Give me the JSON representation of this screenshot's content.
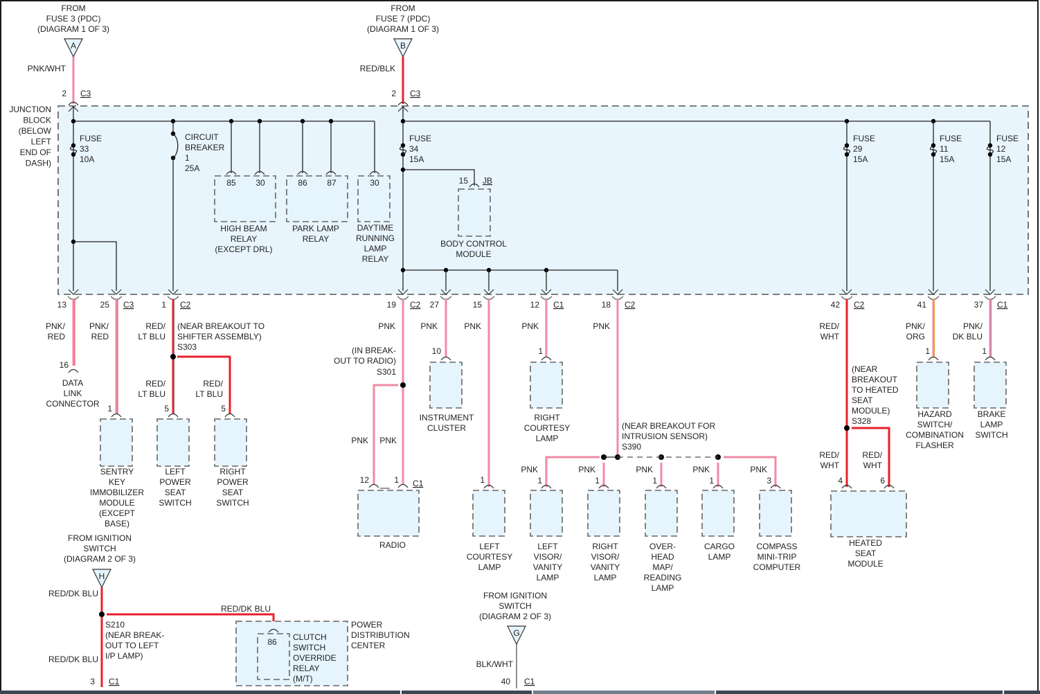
{
  "colors": {
    "box_fill": "#e6f4fd",
    "wire_pnk": "#f08aa5",
    "wire_red": "#e8202a",
    "wire_blk": "#555555",
    "outline": "#666666"
  },
  "junction_block": {
    "label": [
      "JUNCTION",
      "BLOCK",
      "(BELOW",
      "LEFT",
      "END OF",
      "DASH)"
    ]
  },
  "sources": [
    {
      "id": "A",
      "label": [
        "FROM",
        "FUSE 3 (PDC)",
        "(DIAGRAM 1 OF 3)"
      ],
      "wire": "PNK/WHT",
      "pin": "2",
      "conn": "C3"
    },
    {
      "id": "B",
      "label": [
        "FROM",
        "FUSE 7 (PDC)",
        "(DIAGRAM 1 OF 3)"
      ],
      "wire": "RED/BLK",
      "pin": "2",
      "conn": "C3"
    },
    {
      "id": "H",
      "label": [
        "FROM IGNITION",
        "SWITCH",
        "(DIAGRAM 2 OF 3)"
      ],
      "wire": "RED/DK BLU"
    },
    {
      "id": "G",
      "label": [
        "FROM IGNITION",
        "SWITCH",
        "(DIAGRAM 2 OF 3)"
      ],
      "wire": "BLK/WHT",
      "pin": "40",
      "conn": "C1"
    }
  ],
  "fuses": [
    {
      "label": [
        "FUSE",
        "33",
        "10A"
      ]
    },
    {
      "label": [
        "CIRCUIT",
        "BREAKER",
        "1",
        "25A"
      ]
    },
    {
      "label": [
        "FUSE",
        "34",
        "15A"
      ]
    },
    {
      "label": [
        "FUSE",
        "29",
        "15A"
      ]
    },
    {
      "label": [
        "FUSE",
        "11",
        "15A"
      ]
    },
    {
      "label": [
        "FUSE",
        "12",
        "15A"
      ]
    }
  ],
  "relays": [
    {
      "name": [
        "HIGH BEAM",
        "RELAY",
        "(EXCEPT DRL)"
      ],
      "pins": [
        "85",
        "30"
      ]
    },
    {
      "name": [
        "PARK LAMP",
        "RELAY"
      ],
      "pins": [
        "86",
        "87"
      ]
    },
    {
      "name": [
        "DAYTIME",
        "RUNNING",
        "LAMP",
        "RELAY"
      ],
      "pins": [
        "30"
      ]
    }
  ],
  "bcm": {
    "name": [
      "BODY CONTROL",
      "MODULE"
    ],
    "pin": "15",
    "conn": "JB"
  },
  "jb_outputs": [
    {
      "pin": "13",
      "conn": "",
      "wire": [
        "PNK/",
        "RED"
      ]
    },
    {
      "pin": "25",
      "conn": "C3",
      "wire": [
        "PNK/",
        "RED"
      ]
    },
    {
      "pin": "1",
      "conn": "C2",
      "wire": [
        "RED/",
        "LT BLU"
      ]
    },
    {
      "pin": "19",
      "conn": "C2",
      "wire": [
        "PNK"
      ]
    },
    {
      "pin": "27",
      "conn": "",
      "wire": [
        "PNK"
      ]
    },
    {
      "pin": "15",
      "conn": "",
      "wire": [
        "PNK"
      ]
    },
    {
      "pin": "12",
      "conn": "C1",
      "wire": [
        "PNK"
      ]
    },
    {
      "pin": "18",
      "conn": "C2",
      "wire": [
        "PNK"
      ]
    },
    {
      "pin": "42",
      "conn": "C2",
      "wire": [
        "RED/",
        "WHT"
      ]
    },
    {
      "pin": "41",
      "conn": "",
      "wire": [
        "PNK/",
        "ORG"
      ]
    },
    {
      "pin": "37",
      "conn": "C1",
      "wire": [
        "PNK/",
        "DK BLU"
      ]
    }
  ],
  "splices": [
    {
      "id": "S303",
      "note": [
        "(NEAR BREAKOUT TO",
        "SHIFTER ASSEMBLY)",
        "S303"
      ]
    },
    {
      "id": "S301",
      "note": [
        "(IN BREAK-",
        "OUT TO RADIO)",
        "S301"
      ]
    },
    {
      "id": "S390",
      "note": [
        "(NEAR BREAKOUT FOR",
        "INTRUSION SENSOR)",
        "S390"
      ]
    },
    {
      "id": "S328",
      "note": [
        "(NEAR",
        "BREAKOUT",
        "TO HEATED",
        "SEAT",
        "MODULE)",
        "S328"
      ]
    },
    {
      "id": "S210",
      "note": [
        "S210",
        "(NEAR BREAK-",
        "OUT TO LEFT",
        "I/P LAMP)"
      ]
    }
  ],
  "components": [
    {
      "key": "dlc",
      "name": [
        "DATA",
        "LINK",
        "CONNECTOR"
      ],
      "pin": "16"
    },
    {
      "key": "skim",
      "name": [
        "SENTRY",
        "KEY",
        "IMMOBILIZER",
        "MODULE",
        "(EXCEPT",
        "BASE)"
      ],
      "pin": "1"
    },
    {
      "key": "lpss",
      "name": [
        "LEFT",
        "POWER",
        "SEAT",
        "SWITCH"
      ],
      "pin": "5",
      "wire": [
        "RED/",
        "LT BLU"
      ]
    },
    {
      "key": "rpss",
      "name": [
        "RIGHT",
        "POWER",
        "SEAT",
        "SWITCH"
      ],
      "pin": "5",
      "wire": [
        "RED/",
        "LT BLU"
      ]
    },
    {
      "key": "radio",
      "name": [
        "RADIO"
      ],
      "pins": [
        "12",
        "1"
      ],
      "conn": "C1",
      "wires": [
        "PNK",
        "PNK"
      ]
    },
    {
      "key": "ic",
      "name": [
        "INSTRUMENT",
        "CLUSTER"
      ],
      "pin": "10"
    },
    {
      "key": "lcl",
      "name": [
        "LEFT",
        "COURTESY",
        "LAMP"
      ],
      "pin": "1"
    },
    {
      "key": "rcl",
      "name": [
        "RIGHT",
        "COURTESY",
        "LAMP"
      ],
      "pin": "1"
    },
    {
      "key": "lvv",
      "name": [
        "LEFT",
        "VISOR/",
        "VANITY",
        "LAMP"
      ],
      "pin": "1",
      "wire": "PNK"
    },
    {
      "key": "rvv",
      "name": [
        "RIGHT",
        "VISOR/",
        "VANITY",
        "LAMP"
      ],
      "pin": "1",
      "wire": "PNK"
    },
    {
      "key": "ohm",
      "name": [
        "OVER-",
        "HEAD",
        "MAP/",
        "READING",
        "LAMP"
      ],
      "pin": "1",
      "wire": "PNK"
    },
    {
      "key": "cargo",
      "name": [
        "CARGO",
        "LAMP"
      ],
      "pin": "1",
      "wire": "PNK"
    },
    {
      "key": "cmtc",
      "name": [
        "COMPASS",
        "MINI-TRIP",
        "COMPUTER"
      ],
      "pin": "3",
      "wire": "PNK"
    },
    {
      "key": "hsm",
      "name": [
        "HEATED",
        "SEAT",
        "MODULE"
      ],
      "pins": [
        "4",
        "6"
      ],
      "wires": [
        [
          "RED/",
          "WHT"
        ],
        [
          "RED/",
          "WHT"
        ]
      ]
    },
    {
      "key": "hazard",
      "name": [
        "HAZARD",
        "SWITCH/",
        "COMBINATION",
        "FLASHER"
      ],
      "pin": "1"
    },
    {
      "key": "brake",
      "name": [
        "BRAKE",
        "LAMP",
        "SWITCH"
      ],
      "pin": "1"
    }
  ],
  "pdc": {
    "name": [
      "POWER",
      "DISTRIBUTION",
      "CENTER"
    ],
    "relay": [
      "CLUTCH",
      "SWITCH",
      "OVERRIDE",
      "RELAY",
      "(M/T)"
    ],
    "pin": "86",
    "wire": "RED/DK BLU"
  },
  "bottom_h": {
    "wire_top": "RED/DK BLU",
    "wire_bottom": "RED/DK BLU",
    "pin": "3",
    "conn": "C1"
  }
}
